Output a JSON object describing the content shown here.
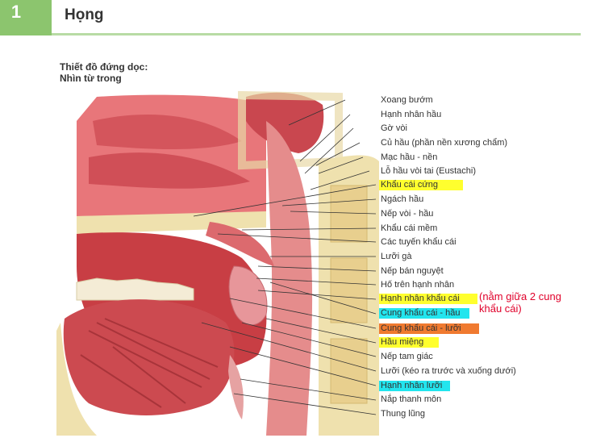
{
  "header": {
    "chapter_number": "1",
    "title": "Họng"
  },
  "subtitle": {
    "line1": "Thiết đồ đứng dọc:",
    "line2": "Nhìn từ trong"
  },
  "labels": [
    {
      "text": "Xoang bướm",
      "highlight": "none"
    },
    {
      "text": "Hạnh nhân hầu",
      "highlight": "none"
    },
    {
      "text": "Gờ vòi",
      "highlight": "none"
    },
    {
      "text": "Củ hầu (phần nền xương chẩm)",
      "highlight": "none"
    },
    {
      "text": "Mạc hầu - nền",
      "highlight": "none"
    },
    {
      "text": "Lỗ hầu vòi tai (Eustachi)",
      "highlight": "none"
    },
    {
      "text": "Khẩu cái cứng",
      "highlight": "yellow"
    },
    {
      "text": "Ngách hầu",
      "highlight": "none"
    },
    {
      "text": "Nếp vòi - hầu",
      "highlight": "none"
    },
    {
      "text": "Khẩu cái mềm",
      "highlight": "none"
    },
    {
      "text": "Các tuyến khẩu cái",
      "highlight": "none"
    },
    {
      "text": "Lưỡi gà",
      "highlight": "none"
    },
    {
      "text": "Nếp bán nguyệt",
      "highlight": "none"
    },
    {
      "text": "Hố trên hạnh nhân",
      "highlight": "none"
    },
    {
      "text": "Hạnh nhân khẩu cái",
      "highlight": "yellow"
    },
    {
      "text": "Cung khẩu cái - hầu",
      "highlight": "cyan"
    },
    {
      "text": "Cung khẩu cái - lưỡi",
      "highlight": "orange"
    },
    {
      "text": "Hầu miệng",
      "highlight": "yellow"
    },
    {
      "text": "Nếp tam giác",
      "highlight": "none"
    },
    {
      "text": "Lưỡi (kéo ra trước và xuống dưới)",
      "highlight": "none"
    },
    {
      "text": "Hạnh nhân lưỡi",
      "highlight": "cyan"
    },
    {
      "text": "Nắp thanh môn",
      "highlight": "none"
    },
    {
      "text": "Thung lũng",
      "highlight": "none"
    }
  ],
  "note": "(nằm giữa 2 cung khẩu cái)",
  "colors": {
    "header_green": "#8cc56e",
    "highlight_yellow": "#ffff2e",
    "highlight_cyan": "#22e5ee",
    "highlight_orange": "#f07a30",
    "note_red": "#e0002a"
  }
}
